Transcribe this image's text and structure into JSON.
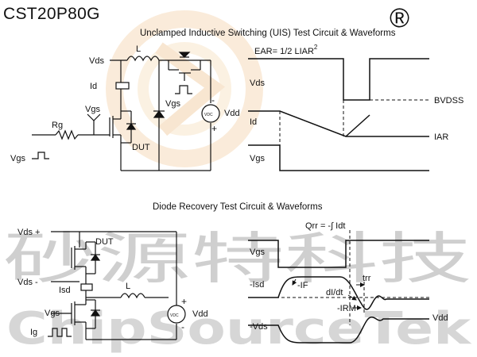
{
  "part_number": "CST20P80G",
  "watermark": {
    "chinese": "砂源特科技",
    "english": "ChipSourceTek",
    "registered": "®"
  },
  "uis": {
    "title": "Unclamped Inductive Switching (UIS) Test Circuit & Waveforms",
    "circuit": {
      "vds": "Vds",
      "l": "L",
      "id": "Id",
      "vgs_top": "Vgs",
      "vgs_switch": "Vgs",
      "rg": "Rg",
      "dut": "DUT",
      "vgs_in": "Vgs",
      "vdd": "Vdd",
      "vdc": "VDC",
      "minus": "-",
      "plus": "+"
    },
    "waveform": {
      "formula": "EAR= 1/2 LIAR",
      "formula_sup": "2",
      "formula_sub": "AR",
      "vds": "Vds",
      "id": "Id",
      "vgs": "Vgs",
      "bvdss": "BVDSS",
      "iar": "IAR"
    }
  },
  "diode": {
    "title": "Diode Recovery Test Circuit & Waveforms",
    "circuit": {
      "vds_plus": "Vds +",
      "dut": "DUT",
      "vds_minus": "Vds -",
      "isd": "Isd",
      "l": "L",
      "vgs": "Vgs",
      "ig": "Ig",
      "vdd": "Vdd",
      "vdc": "VDC",
      "plus": "+",
      "minus": "-"
    },
    "waveform": {
      "qrr": "Qrr = -∫ Idt",
      "vgs": "Vgs",
      "isd": "-Isd",
      "if": "-IF",
      "didt": "dI/dt",
      "trr": "trr",
      "irm": "-IRM",
      "vds": "-Vds",
      "vdd": "Vdd"
    }
  }
}
